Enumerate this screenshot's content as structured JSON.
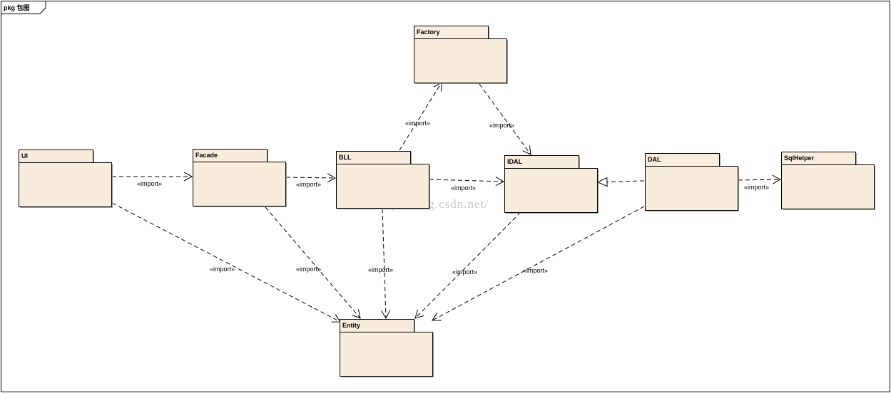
{
  "frame": {
    "label": "pkg 包图"
  },
  "packages": [
    {
      "id": "factory",
      "name": "Factory"
    },
    {
      "id": "ui",
      "name": "UI"
    },
    {
      "id": "facade",
      "name": "Facade"
    },
    {
      "id": "bll",
      "name": "BLL"
    },
    {
      "id": "idal",
      "name": "IDAL"
    },
    {
      "id": "dal",
      "name": "DAL"
    },
    {
      "id": "sqlhelper",
      "name": "SqlHelper"
    },
    {
      "id": "entity",
      "name": "Entity"
    }
  ],
  "dependencies": [
    {
      "from": "ui",
      "to": "facade",
      "label": "«import»"
    },
    {
      "from": "facade",
      "to": "bll",
      "label": "«import»"
    },
    {
      "from": "bll",
      "to": "idal",
      "label": "«import»"
    },
    {
      "from": "bll",
      "to": "factory",
      "label": "«import»"
    },
    {
      "from": "factory",
      "to": "idal",
      "label": "«import»"
    },
    {
      "from": "dal",
      "to": "sqlhelper",
      "label": "«import»"
    },
    {
      "from": "ui",
      "to": "entity",
      "label": "«import»"
    },
    {
      "from": "facade",
      "to": "entity",
      "label": "«import»"
    },
    {
      "from": "bll",
      "to": "entity",
      "label": "«import»"
    },
    {
      "from": "idal",
      "to": "entity",
      "label": "«import»"
    },
    {
      "from": "dal",
      "to": "entity",
      "label": "«import»"
    }
  ],
  "realizations": [
    {
      "from": "dal",
      "to": "idal"
    }
  ],
  "watermark": "http://blog.csdn.net/"
}
